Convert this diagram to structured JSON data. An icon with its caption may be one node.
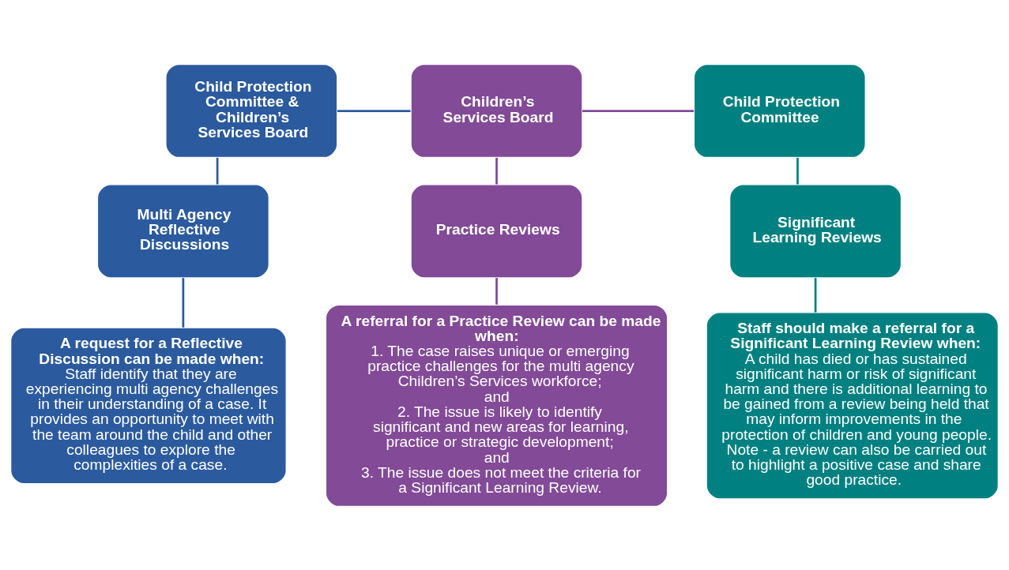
{
  "diagram": {
    "nodes": [
      {
        "text": [
          "Child Protection Committee & Children’s Services Board"
        ]
      },
      {
        "text": [
          "Children’s Services Board"
        ]
      },
      {
        "text": [
          "Child Protection Committee"
        ]
      },
      {
        "text": [
          "Multi Agency Reflective Discussions"
        ]
      },
      {
        "text": [
          "Practice Reviews"
        ]
      },
      {
        "text": [
          "Significant Learning Reviews"
        ]
      },
      {
        "text": [
          "A request for a Reflective Discussion can be made when:",
          "Staff identify that they are experiencing multi agency challenges in their understanding of a case. It provides an opportunity to meet with the team around the child and other colleagues to explore the complexities of a case."
        ]
      },
      {
        "text": [
          "A referral for a Practice Review can be made when:",
          "1. The case raises unique or emerging practice challenges for the multi agency Children’s Services workforce;",
          "and",
          "2. The issue is likely to identify significant and new areas for learning, practice or strategic development;",
          "and",
          "3. The issue does not meet the criteria for a Significant Learning Review."
        ]
      },
      {
        "text": [
          "Staff should make a referral for a Significant Learning Review when:",
          "A child has died or has sustained significant harm or risk of significant harm and there is additional learning to be gained from a review being held that may inform improvements in the protection of children and young people. Note - a review can also be carried out to highlight a positive case and share good practice."
        ]
      }
    ],
    "edges": [
      {
        "from": 0,
        "to": 1,
        "arrow": "none"
      },
      {
        "from": 1,
        "to": 2,
        "arrow": "none"
      },
      {
        "from": 0,
        "to": 3,
        "arrow": "none"
      },
      {
        "from": 1,
        "to": 4,
        "arrow": "none"
      },
      {
        "from": 2,
        "to": 5,
        "arrow": "none"
      },
      {
        "from": 3,
        "to": 6,
        "arrow": "none"
      },
      {
        "from": 4,
        "to": 7,
        "arrow": "none"
      },
      {
        "from": 5,
        "to": 8,
        "arrow": "none"
      }
    ]
  }
}
